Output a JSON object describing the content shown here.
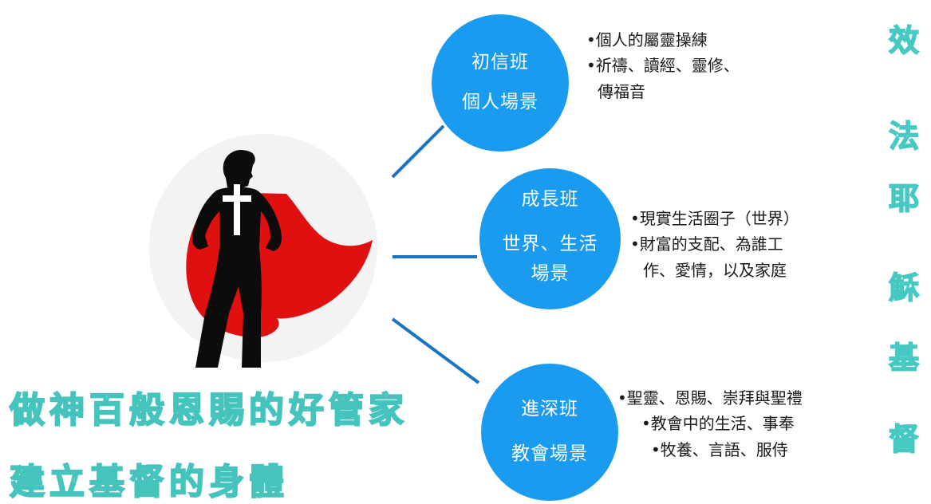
{
  "colors": {
    "circle_fill": "#1a9bf0",
    "connector": "#1a74c2",
    "title_outline": "#44c4bd",
    "cape": "#e01010",
    "figure": "#0c0c0c"
  },
  "figure": {
    "icon": "superhero-with-cross-icon"
  },
  "circles": [
    {
      "line1": "初信班",
      "line2": "個人場景"
    },
    {
      "line1": "成長班",
      "line2": "世界、生活場景"
    },
    {
      "line1": "進深班",
      "line2": "教會場景"
    }
  ],
  "bullets": [
    {
      "lines": [
        "•個人的屬靈操練",
        "•祈禱、讀經、靈修、",
        "  傳福音"
      ]
    },
    {
      "lines": [
        "•現實生活圈子（世界）",
        "•財富的支配、為誰工",
        "  作、愛情，以及家庭"
      ]
    },
    {
      "lines": [
        "•聖靈、恩賜、崇拜與聖禮",
        "•教會中的生活、事奉",
        "•牧養、言語、服侍"
      ]
    }
  ],
  "side_title": [
    "效",
    "法",
    "耶",
    "穌",
    "基",
    "督"
  ],
  "titles": {
    "line1": "做神百般恩賜的好管家",
    "line2": "建立基督的身體"
  }
}
